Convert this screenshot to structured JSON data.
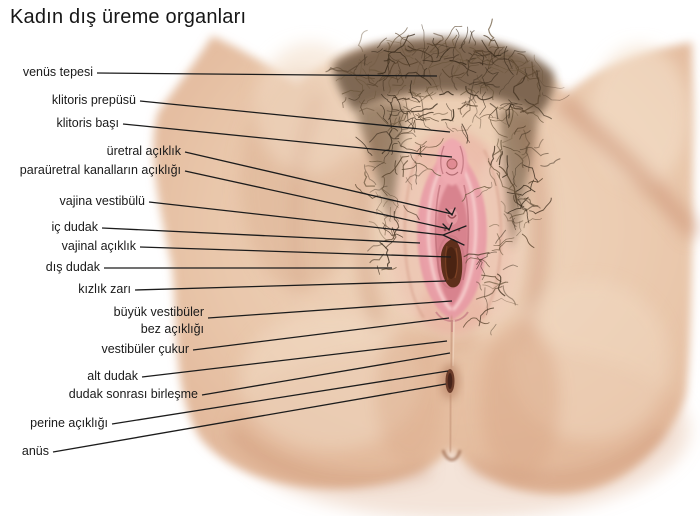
{
  "title": "Kadın dış üreme organları",
  "labels": [
    {
      "text": "venüs tepesi"
    },
    {
      "text": "klitoris prepüsü"
    },
    {
      "text": "klitoris başı"
    },
    {
      "text": "üretral açıklık"
    },
    {
      "text": "paraüretral kanalların açıklığı"
    },
    {
      "text": "vajina vestibülü"
    },
    {
      "text": "iç dudak"
    },
    {
      "text": "vajinal açıklık"
    },
    {
      "text": "dış dudak"
    },
    {
      "text": "kızlık zarı"
    },
    {
      "text": "büyük vestibüler bez açıklığı"
    },
    {
      "text": "vestibüler çukur"
    },
    {
      "text": "alt dudak"
    },
    {
      "text": "dudak sonrası birleşme"
    },
    {
      "text": "perine açıklığı"
    },
    {
      "text": "anüs"
    }
  ],
  "palette": {
    "background": "#ffffff",
    "text": "#1a1a1a",
    "leader_line": "#1c1c1c",
    "skin_light": "#f2dcc6",
    "skin_mid": "#e6c0a4",
    "skin_shadow": "#c58f72",
    "pubic_hair_base": "#5a4530",
    "hair_strand_colors": [
      "#3a2c1d",
      "#4a3826",
      "#5a452e",
      "#6b563c"
    ],
    "labia_outer": "#eecdb9",
    "labia_inner_pink": "#ec9fa6",
    "vestibule_pink": "#d8838e",
    "vaginal_opening": "#5e2f1b",
    "anus": "#6b3c2a"
  }
}
